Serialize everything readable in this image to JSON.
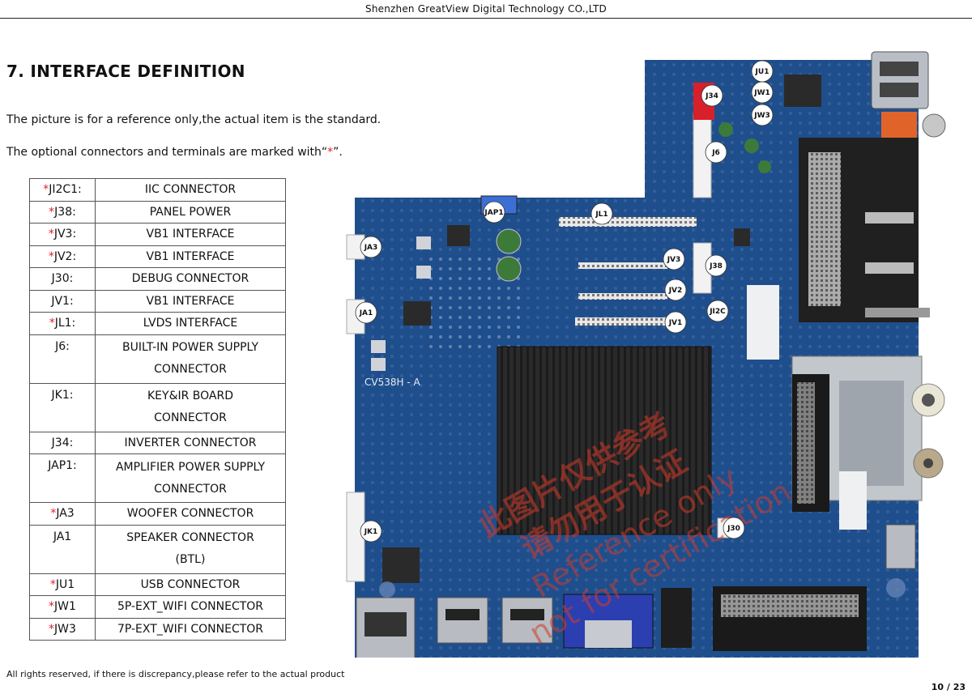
{
  "header": {
    "company": "Shenzhen GreatView Digital Technology CO.,LTD"
  },
  "section_title": "7. INTERFACE DEFINITION",
  "note_reference": "The picture is for a reference only,the actual item is the standard.",
  "note_optional_prefix": "The optional connectors and terminals are marked with“",
  "note_optional_star": "*",
  "note_optional_suffix": "”.",
  "connectors": [
    {
      "star": "*",
      "code": "JI2C1:",
      "desc": [
        "IIC CONNECTOR"
      ]
    },
    {
      "star": "*",
      "code": "J38:",
      "desc": [
        "PANEL POWER"
      ]
    },
    {
      "star": "*",
      "code": "JV3:",
      "desc": [
        "VB1 INTERFACE"
      ]
    },
    {
      "star": "*",
      "code": "JV2:",
      "desc": [
        "VB1 INTERFACE"
      ]
    },
    {
      "star": "",
      "code": "J30:",
      "desc": [
        "DEBUG   CONNECTOR"
      ]
    },
    {
      "star": "",
      "code": "JV1:",
      "desc": [
        "VB1 INTERFACE"
      ]
    },
    {
      "star": "*",
      "code": "JL1:",
      "desc": [
        "LVDS INTERFACE"
      ]
    },
    {
      "star": "",
      "code": "J6:",
      "desc": [
        "BUILT-IN POWER SUPPLY",
        "CONNECTOR"
      ]
    },
    {
      "star": "",
      "code": "JK1:",
      "desc": [
        "KEY&IR BOARD",
        "CONNECTOR"
      ]
    },
    {
      "star": "",
      "code": "J34:",
      "desc": [
        "INVERTER CONNECTOR"
      ]
    },
    {
      "star": "",
      "code": "JAP1:",
      "desc": [
        "AMPLIFIER POWER SUPPLY",
        "CONNECTOR"
      ]
    },
    {
      "star": "*",
      "code": "JA3",
      "desc": [
        "WOOFER   CONNECTOR"
      ]
    },
    {
      "star": "",
      "code": "JA1",
      "desc": [
        "SPEAKER CONNECTOR",
        "(BTL)"
      ]
    },
    {
      "star": "*",
      "code": "JU1",
      "desc": [
        "USB   CONNECTOR"
      ]
    },
    {
      "star": "*",
      "code": "JW1",
      "desc": [
        "5P-EXT_WIFI   CONNECTOR"
      ]
    },
    {
      "star": "*",
      "code": "JW3",
      "desc": [
        "7P-EXT_WIFI   CONNECTOR"
      ]
    }
  ],
  "board": {
    "model": "CV538H - A",
    "watermark_cn_1": "此图片仅供参考",
    "watermark_cn_2": "请勿用于认证",
    "watermark_en_1": "Reference only",
    "watermark_en_2": "not for certification",
    "labels": {
      "JU1": "JU1",
      "JW1": "JW1",
      "JW3": "JW3",
      "J34": "J34",
      "J6": "J6",
      "JAP1": "JAP1",
      "JL1": "JL1",
      "JA3": "JA3",
      "JV3": "JV3",
      "J38": "J38",
      "JV2": "JV2",
      "JA1": "JA1",
      "JI2C": "JI2C",
      "JV1": "JV1",
      "JK1": "JK1",
      "J30": "J30"
    },
    "colors": {
      "pcb": "#1f4e8c",
      "pcb_dark": "#16396a",
      "heatsink": "#262626",
      "watermark": "#d23a2a"
    }
  },
  "footer": {
    "rights": "All rights reserved, if there is discrepancy,please refer to the actual product",
    "page": "10 / 23"
  }
}
